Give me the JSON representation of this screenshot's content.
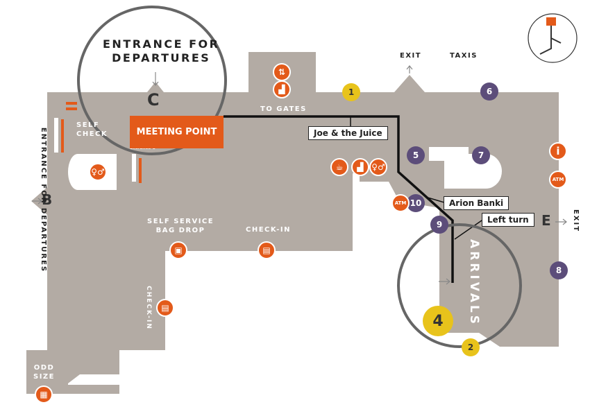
{
  "labels": {
    "entrance_departures_c": "ENTRANCE FOR\nDEPARTURES",
    "entrance_departures_b": "ENTRANCE FOR DEPARTURES",
    "gate_c": "C",
    "gate_b": "B",
    "gate_e": "E",
    "self_checkin_partial": "SELF\nCHECK",
    "entrance_c_small": "Entrance C",
    "exit_top": "EXIT",
    "taxis": "TAXIS",
    "to_gates": "TO GATES",
    "self_service_bag_drop": "SELF SERVICE\nBAG DROP",
    "check_in": "CHECK-IN",
    "check_in_vertical": "CHECK-IN",
    "arrivals": "ARRIVALS",
    "exit_right": "EXIT",
    "odd_size": "ODD\nSIZE"
  },
  "meeting_point": "MEETING POINT",
  "callouts": {
    "joe_juice": "Joe & the Juice",
    "arion_banki": "Arion Banki",
    "left_turn": "Left turn"
  },
  "markers": {
    "n1": "1",
    "n2": "2",
    "n4": "4",
    "n5": "5",
    "n6": "6",
    "n7": "7",
    "n8": "8",
    "n9": "9",
    "n10": "10"
  },
  "icons": {
    "atm_text": "ATM",
    "info_text": "i"
  },
  "colors": {
    "floor": "#b3aba4",
    "accent_orange": "#e35a1a",
    "purple_marker": "#5c4d7a",
    "yellow_marker": "#e8c31b",
    "route": "#111111",
    "highlight_circle": "#666666"
  }
}
